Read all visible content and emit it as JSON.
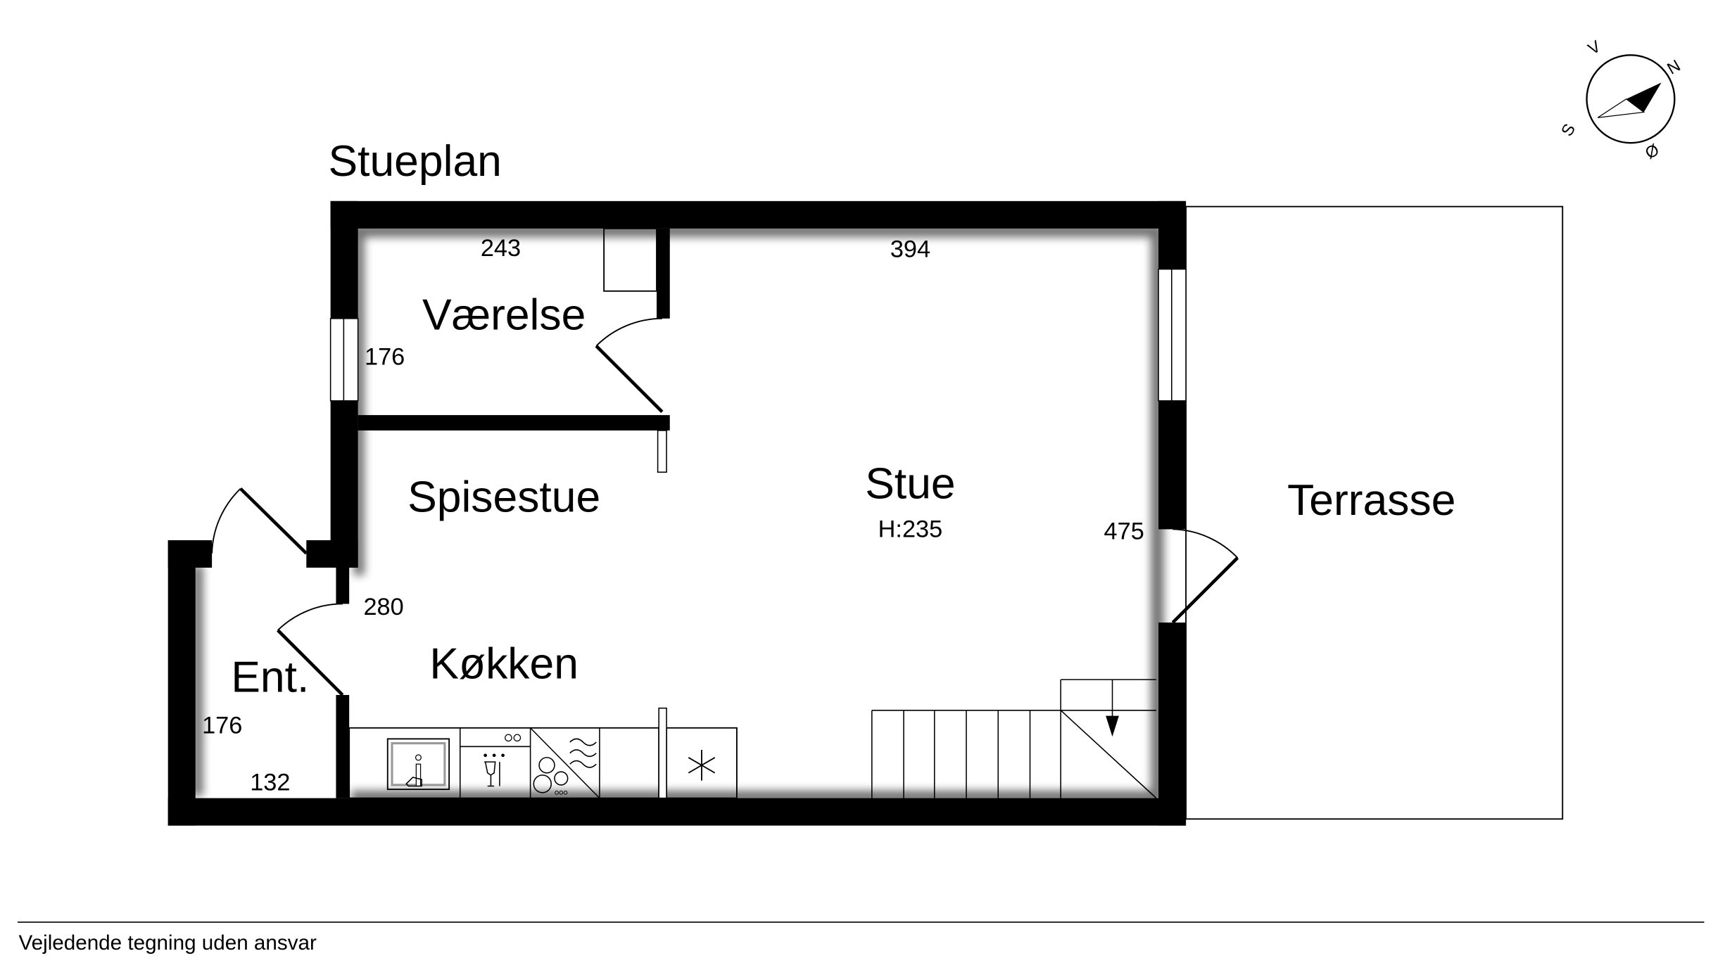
{
  "plan_title": "Stueplan",
  "compass": {
    "n": "N",
    "s": "S",
    "e": "Ø",
    "w": "V"
  },
  "rooms": {
    "vaerelse": {
      "label": "Værelse",
      "dim_w": "243",
      "dim_h": "176"
    },
    "stue": {
      "label": "Stue",
      "height": "H:235",
      "dim_w": "394",
      "dim_h": "475"
    },
    "spisestue": {
      "label": "Spisestue"
    },
    "koekken": {
      "label": "Køkken",
      "dim": "280"
    },
    "entre": {
      "label": "Ent.",
      "dim_h": "176",
      "dim_w": "132"
    },
    "terrasse": {
      "label": "Terrasse"
    }
  },
  "footer": {
    "disclaimer": "Vejledende tegning uden ansvar"
  }
}
